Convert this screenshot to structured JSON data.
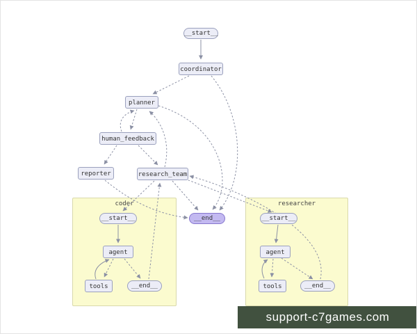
{
  "colors": {
    "node-fill": "#ecedf7",
    "node-border": "#9aa0bd",
    "end-fill": "#c3b9f1",
    "end-border": "#8677cd",
    "subgraph-fill": "#fbfbcf",
    "subgraph-border": "#d9d9ab",
    "edge": "#8b90a4",
    "watermark-bg": "#41513f",
    "watermark-text": "#ffffff"
  },
  "watermark": {
    "text": "support-c7games.com"
  },
  "graph": {
    "nodes": {
      "start": {
        "label": "__start__"
      },
      "coordinator": {
        "label": "coordinator"
      },
      "planner": {
        "label": "planner"
      },
      "human_feedback": {
        "label": "human_feedback"
      },
      "reporter": {
        "label": "reporter"
      },
      "research_team": {
        "label": "research_team"
      },
      "end": {
        "label": "__end__"
      }
    },
    "subgraphs": {
      "coder": {
        "title": "coder",
        "nodes": {
          "start": {
            "label": "__start__"
          },
          "agent": {
            "label": "agent"
          },
          "tools": {
            "label": "tools"
          },
          "end": {
            "label": "__end__"
          }
        }
      },
      "researcher": {
        "title": "researcher",
        "nodes": {
          "start": {
            "label": "__start__"
          },
          "agent": {
            "label": "agent"
          },
          "tools": {
            "label": "tools"
          },
          "end": {
            "label": "__end__"
          }
        }
      }
    }
  }
}
